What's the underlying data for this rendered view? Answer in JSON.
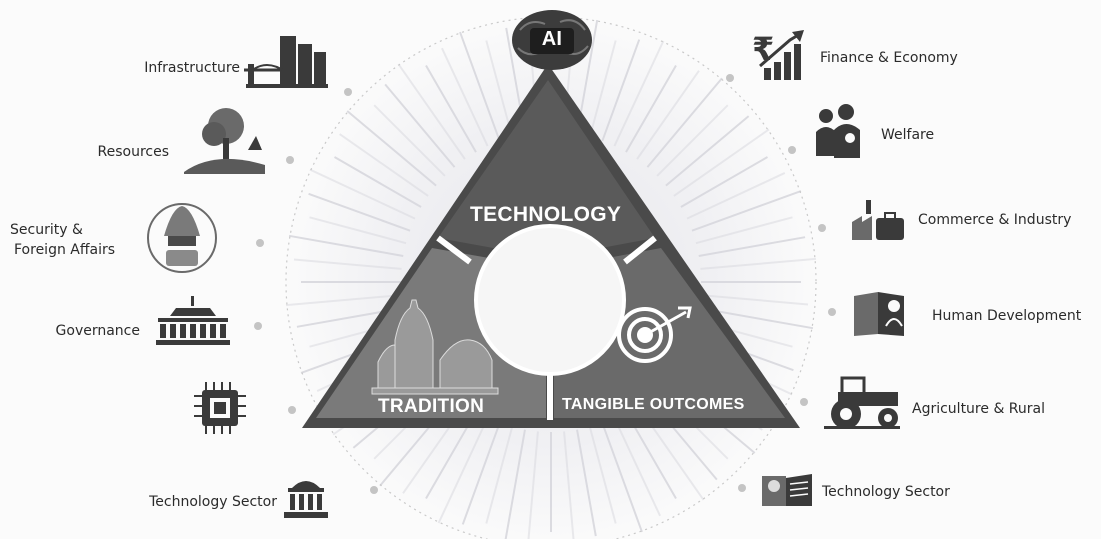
{
  "center": {
    "top_badge": "AI",
    "top_section": "TECHNOLOGY",
    "left_section": "TRADITION",
    "right_section": "TANGIBLE OUTCOMES"
  },
  "left_items": [
    {
      "label": "Infrastructure",
      "icon": "bridge-buildings-icon"
    },
    {
      "label": "Resources",
      "icon": "tree-landscape-icon"
    },
    {
      "label_line1": "Security &",
      "label_line2": "Foreign Affairs",
      "icon": "national-emblem-icon"
    },
    {
      "label": "Governance",
      "icon": "parliament-building-icon"
    },
    {
      "label": "",
      "icon": "microchip-icon"
    },
    {
      "label": "Technology Sector",
      "icon": "government-building-icon"
    }
  ],
  "right_items": [
    {
      "label": "Finance & Economy",
      "icon": "rupee-growth-chart-icon"
    },
    {
      "label": "Welfare",
      "icon": "family-icon"
    },
    {
      "label": "Commerce & Industry",
      "icon": "factory-briefcase-icon"
    },
    {
      "label": "Human Development",
      "icon": "book-person-icon"
    },
    {
      "label": "Agriculture & Rural",
      "icon": "tractor-icon"
    },
    {
      "label": "Technology Sector",
      "icon": "portrait-book-icon"
    }
  ],
  "colors": {
    "triangle_top": "#5a5a5a",
    "triangle_left": "#7a7a7a",
    "triangle_right": "#6a6a6a",
    "icon_dark": "#3a3a3a"
  }
}
